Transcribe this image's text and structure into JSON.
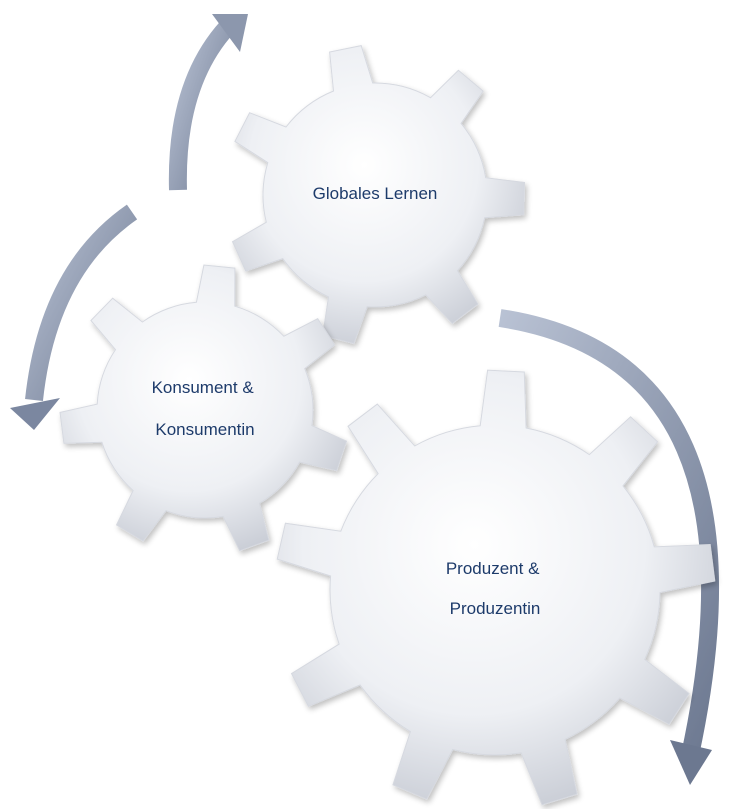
{
  "diagram": {
    "gears": [
      {
        "id": "top",
        "lines": [
          "Globales Lernen"
        ]
      },
      {
        "id": "left",
        "lines": [
          "Konsument &",
          "Konsumentin"
        ]
      },
      {
        "id": "bottom",
        "lines": [
          "Produzent &",
          "Produzentin"
        ]
      }
    ]
  },
  "colors": {
    "text": "#1f3a6b",
    "gear_fill_light": "#ffffff",
    "gear_fill_mid": "#eef0f4",
    "gear_fill_dark": "#c6cad3",
    "arrow_light": "#b9c2d4",
    "arrow_dark": "#6c7890"
  }
}
